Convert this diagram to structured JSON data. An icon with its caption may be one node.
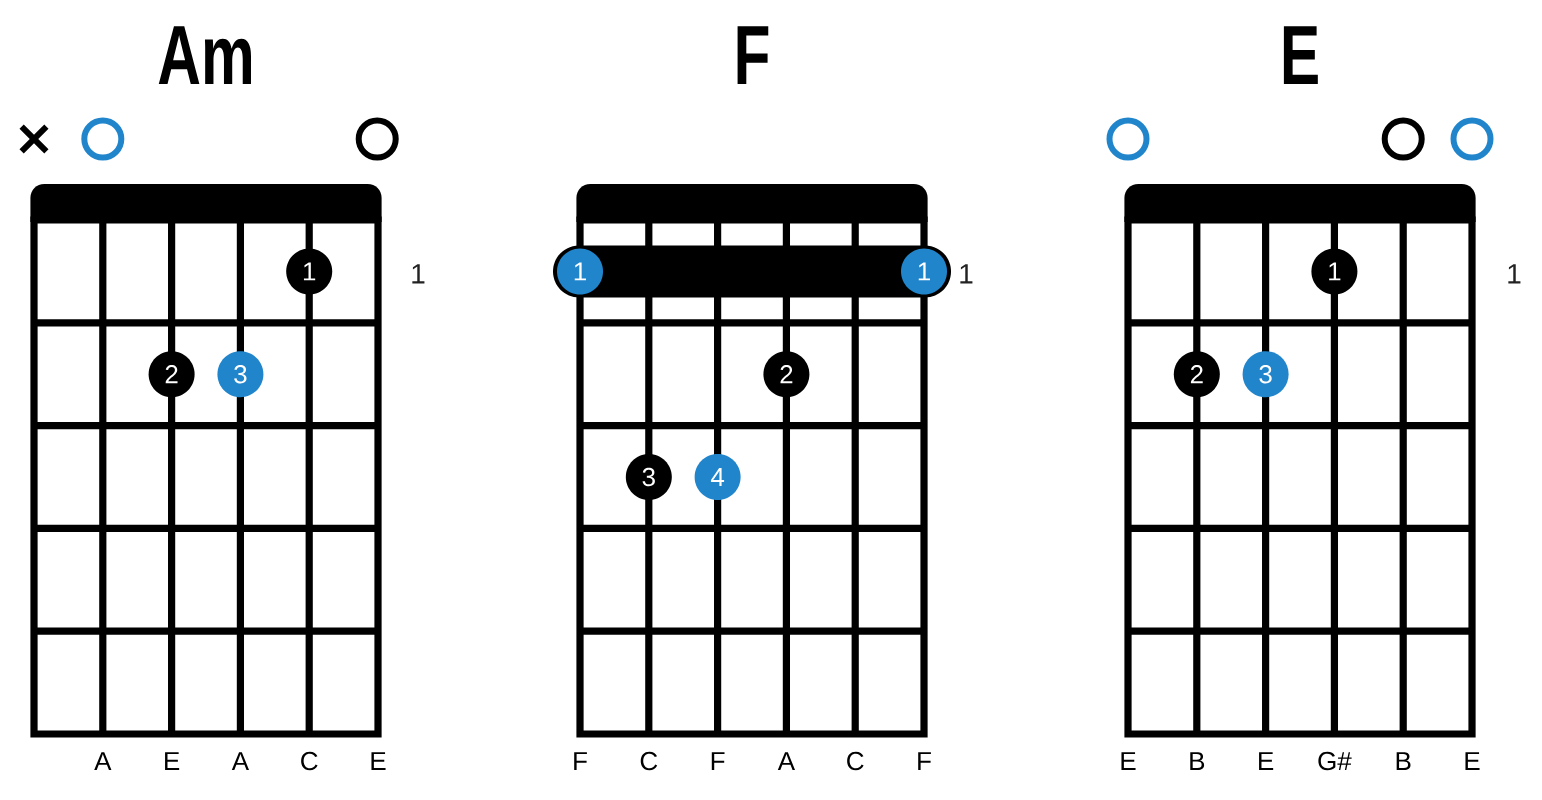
{
  "diagram": {
    "nodes": [
      {
        "text": [
          "Am"
        ],
        "beside": [
          "A",
          "E",
          "A",
          "C",
          "E"
        ]
      },
      {
        "text": [],
        "shape": "cross"
      },
      {
        "text": [],
        "shape": "circle"
      },
      {
        "text": [],
        "shape": "circle"
      },
      {
        "text": [
          "1"
        ],
        "in": 0
      },
      {
        "text": [
          "2"
        ],
        "in": 0
      },
      {
        "text": [
          "3"
        ],
        "in": 0
      },
      {
        "text": [
          "F"
        ],
        "beside": [
          "F",
          "C",
          "F",
          "A",
          "C",
          "F"
        ]
      },
      {
        "text": [],
        "shape": "bar"
      },
      {
        "text": [
          "1"
        ],
        "in": 8
      },
      {
        "text": [
          "1"
        ],
        "in": 8
      },
      {
        "text": [
          "2"
        ],
        "in": 7
      },
      {
        "text": [
          "3"
        ],
        "in": 7
      },
      {
        "text": [
          "4"
        ],
        "in": 7
      },
      {
        "text": [
          "E"
        ],
        "beside": [
          "E",
          "B",
          "E",
          "G#",
          "B",
          "E"
        ]
      },
      {
        "text": [],
        "shape": "circle"
      },
      {
        "text": [],
        "shape": "circle"
      },
      {
        "text": [],
        "shape": "circle"
      },
      {
        "text": [
          "1"
        ],
        "in": 14
      },
      {
        "text": [
          "2"
        ],
        "in": 14
      },
      {
        "text": [
          "3"
        ],
        "in": 14
      }
    ],
    "labels": [
      "1",
      "1",
      "1"
    ]
  }
}
